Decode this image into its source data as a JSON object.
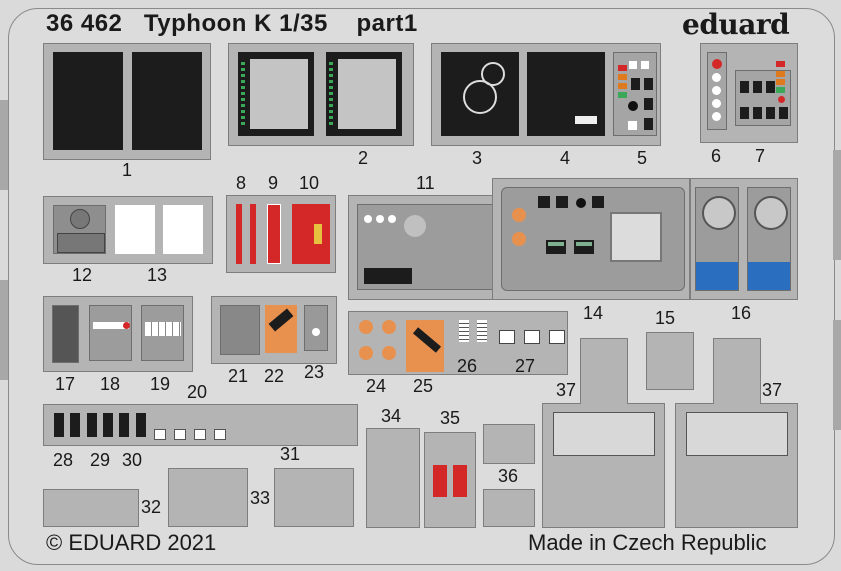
{
  "sheet": {
    "product_code": "36 462",
    "title": "Typhoon K 1/35",
    "part": "part1",
    "brand": "eduard",
    "copyright": "© EDUARD 2021",
    "origin": "Made in Czech Republic"
  },
  "colors": {
    "background": "#dcdcdc",
    "fret": "#b4b4b4",
    "panel_black": "#1c1c1c",
    "panel_grey": "#9c9c9c",
    "red": "#d42828",
    "orange": "#e8914f",
    "blue": "#2a6fbf",
    "green_led": "#3aa858",
    "amber_led": "#e07a1e"
  },
  "parts": [
    {
      "number": "1",
      "description": "twin black display panels"
    },
    {
      "number": "2",
      "description": "twin framed screens with green side lights"
    },
    {
      "number": "3",
      "description": "black instrument panel with gauges"
    },
    {
      "number": "4",
      "description": "black instrument panel with markings"
    },
    {
      "number": "5",
      "description": "grey switch panel with indicator lights"
    },
    {
      "number": "6",
      "description": "vertical light strip"
    },
    {
      "number": "7",
      "description": "switch panel with indicator lights"
    },
    {
      "number": "8",
      "description": "red strip"
    },
    {
      "number": "9",
      "description": "red strip with lights"
    },
    {
      "number": "10",
      "description": "red connector box"
    },
    {
      "number": "11",
      "description": "grey control panel"
    },
    {
      "number": "12",
      "description": "speaker panel"
    },
    {
      "number": "13",
      "description": "white placards"
    },
    {
      "number": "14",
      "description": "main control panel with screen"
    },
    {
      "number": "15",
      "description": "lever strips"
    },
    {
      "number": "16",
      "description": "panels with round gauges and blue base"
    },
    {
      "number": "17",
      "description": "control unit"
    },
    {
      "number": "18",
      "description": "switch plate"
    },
    {
      "number": "19",
      "description": "fuse panel"
    },
    {
      "number": "20",
      "description": "small tabs"
    },
    {
      "number": "21",
      "description": "keypad unit"
    },
    {
      "number": "22",
      "description": "orange placard"
    },
    {
      "number": "23",
      "description": "small grey plate"
    },
    {
      "number": "24",
      "description": "orange round knobs"
    },
    {
      "number": "25",
      "description": "orange placard"
    },
    {
      "number": "26",
      "description": "grid connectors"
    },
    {
      "number": "27",
      "description": "handles"
    },
    {
      "number": "28",
      "description": "black switch labels"
    },
    {
      "number": "29",
      "description": "black switch labels"
    },
    {
      "number": "30",
      "description": "black switch labels"
    },
    {
      "number": "31",
      "description": "small strips"
    },
    {
      "number": "32",
      "description": "brackets"
    },
    {
      "number": "33",
      "description": "hinge strips"
    },
    {
      "number": "34",
      "description": "straps"
    },
    {
      "number": "35",
      "description": "red-marked straps"
    },
    {
      "number": "36",
      "description": "brackets"
    },
    {
      "number": "37",
      "description": "seat frames"
    }
  ],
  "labels": {
    "p1": "1",
    "p2": "2",
    "p3": "3",
    "p4": "4",
    "p5": "5",
    "p6": "6",
    "p7": "7",
    "p8": "8",
    "p9": "9",
    "p10": "10",
    "p11": "11",
    "p12": "12",
    "p13": "13",
    "p14": "14",
    "p15": "15",
    "p16": "16",
    "p17": "17",
    "p18": "18",
    "p19": "19",
    "p20": "20",
    "p21": "21",
    "p22": "22",
    "p23": "23",
    "p24": "24",
    "p25": "25",
    "p26": "26",
    "p27": "27",
    "p28": "28",
    "p29": "29",
    "p30": "30",
    "p31": "31",
    "p32": "32",
    "p33": "33",
    "p34": "34",
    "p35": "35",
    "p36": "36",
    "p37a": "37",
    "p37b": "37"
  }
}
